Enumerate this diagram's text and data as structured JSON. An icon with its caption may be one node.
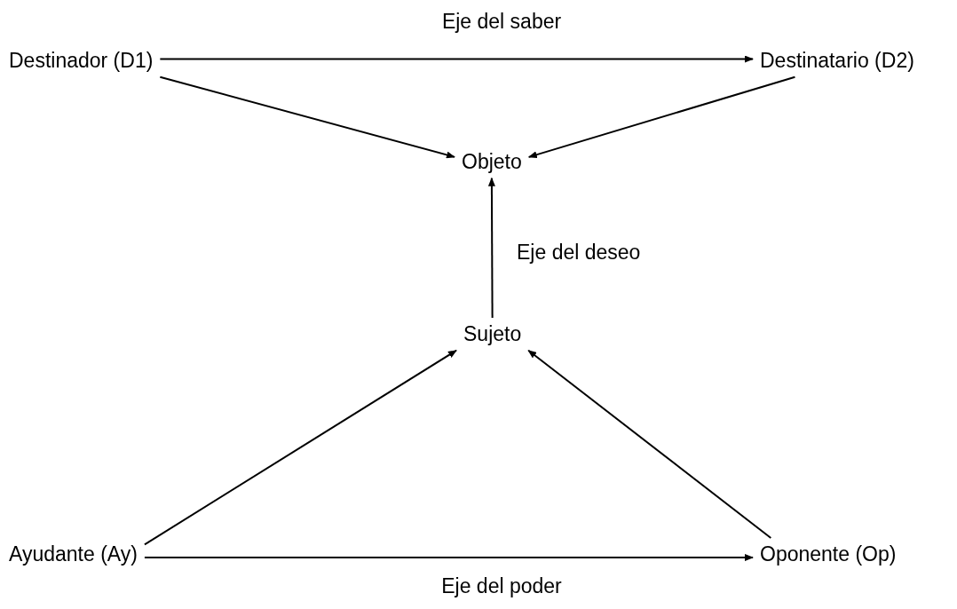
{
  "diagram": {
    "nodes": [
      {
        "text": [
          "Destinador (D1)"
        ]
      },
      {
        "text": [
          "Destinatario (D2)"
        ]
      },
      {
        "text": [
          "Objeto"
        ]
      },
      {
        "text": [
          "Sujeto"
        ]
      },
      {
        "text": [
          "Ayudante (Ay)"
        ]
      },
      {
        "text": [
          "Oponente (Op)"
        ]
      }
    ],
    "edges": [
      {
        "from": 0,
        "to": 1,
        "arrow": "to",
        "label": "Eje del saber"
      },
      {
        "from": 0,
        "to": 2,
        "arrow": "to"
      },
      {
        "from": 1,
        "to": 2,
        "arrow": "to"
      },
      {
        "from": 3,
        "to": 2,
        "arrow": "to",
        "label": "Eje del deseo"
      },
      {
        "from": 4,
        "to": 3,
        "arrow": "to"
      },
      {
        "from": 5,
        "to": 3,
        "arrow": "to"
      },
      {
        "from": 4,
        "to": 5,
        "arrow": "to",
        "label": "Eje del poder"
      }
    ]
  }
}
